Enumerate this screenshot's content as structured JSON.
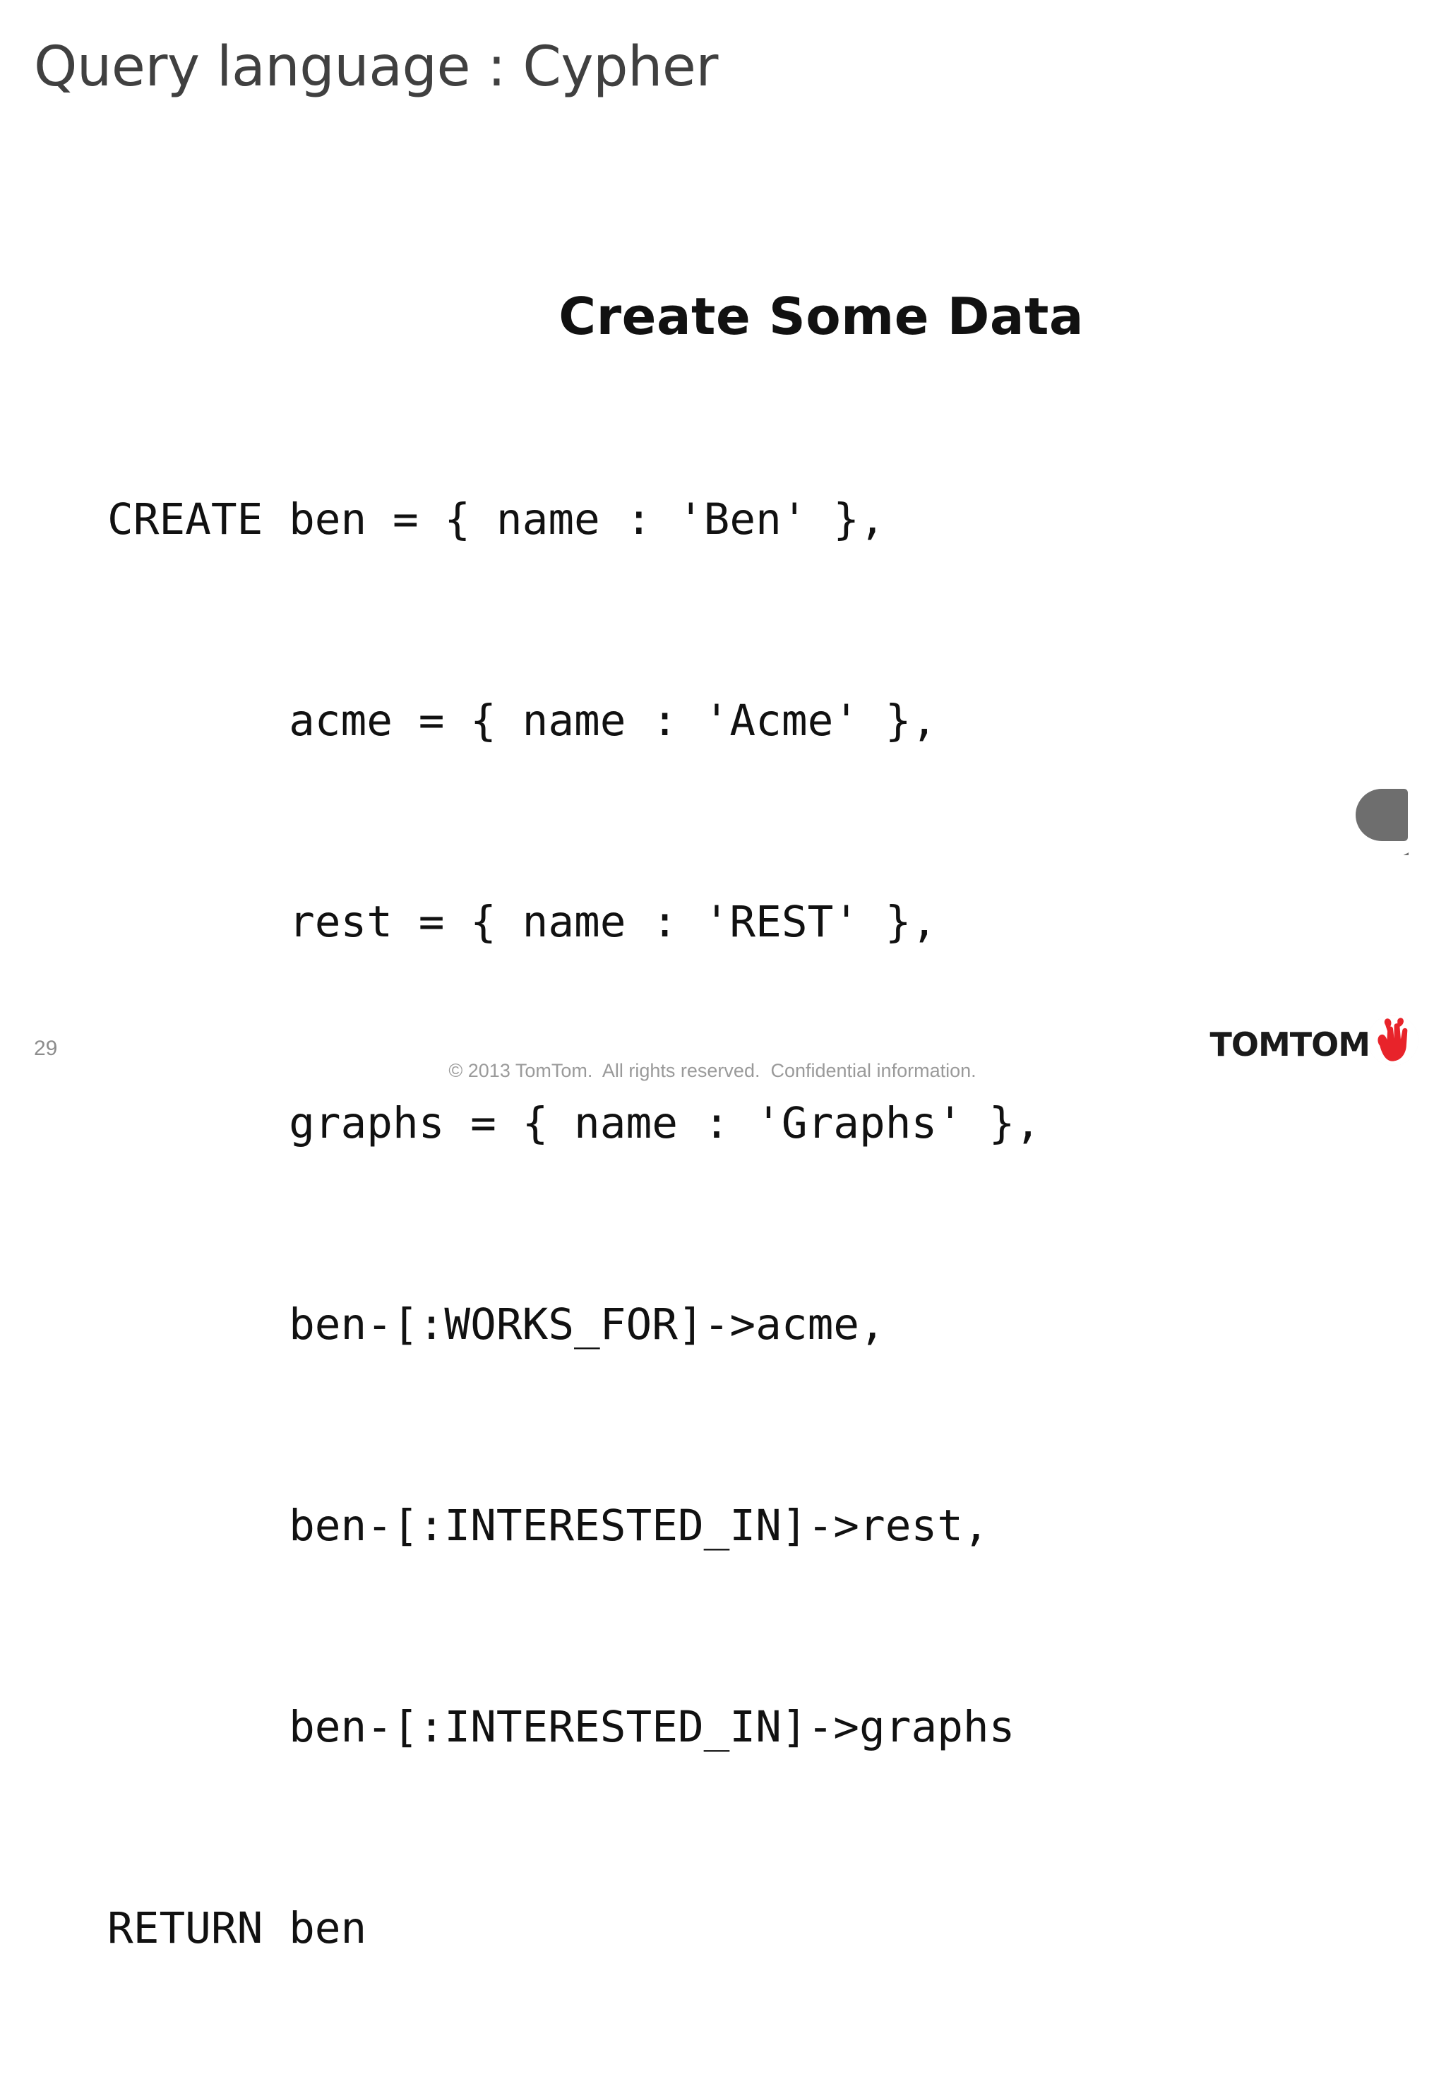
{
  "slide": {
    "title": "Query language : Cypher",
    "page_number": "29",
    "background_color": "#ffffff",
    "title_color": "#404040"
  },
  "content": {
    "heading": "Create Some Data",
    "code_lines": [
      "CREATE ben = { name : 'Ben' },",
      "       acme = { name : 'Acme' },",
      "       rest = { name : 'REST' },",
      "       graphs = { name : 'Graphs' },",
      "       ben-[:WORKS_FOR]->acme,",
      "       ben-[:INTERESTED_IN]->rest,",
      "       ben-[:INTERESTED_IN]->graphs",
      "RETURN ben"
    ]
  },
  "decoration": {
    "bubble_color": "#6e6e6e"
  },
  "footer": {
    "copyright": "© 2013 TomTom.  All rights reserved.  Confidential information.",
    "copyright_color": "#9a9a9a",
    "page_number_color": "#8c8c8c"
  },
  "logo": {
    "wordmark": "TOMTOM",
    "wordmark_color": "#1a1a1a",
    "mark_color": "#e8232a",
    "mark_name": "tomtom-hand-icon"
  }
}
